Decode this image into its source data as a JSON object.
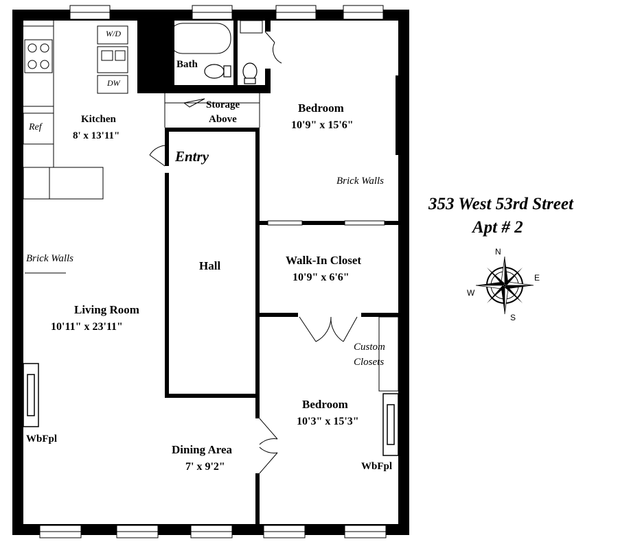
{
  "address": {
    "line1": "353 West 53rd Street",
    "line2": "Apt # 2"
  },
  "compass": {
    "n": "N",
    "e": "E",
    "s": "S",
    "w": "W"
  },
  "rooms": {
    "kitchen": {
      "name": "Kitchen",
      "dims": "8' x 13'11\""
    },
    "bath": {
      "name": "Bath"
    },
    "storage": {
      "line1": "Storage",
      "line2": "Above"
    },
    "entry": {
      "name": "Entry"
    },
    "bedroom1": {
      "name": "Bedroom",
      "dims": "10'9\" x 15'6\""
    },
    "hall": {
      "name": "Hall"
    },
    "closet": {
      "name": "Walk-In Closet",
      "dims": "10'9\" x 6'6\""
    },
    "living": {
      "name": "Living Room",
      "dims": "10'11\" x 23'11\""
    },
    "bedroom2": {
      "name": "Bedroom",
      "dims": "10'3\" x 15'3\""
    },
    "dining": {
      "name": "Dining Area",
      "dims": "7' x 9'2\""
    }
  },
  "notes": {
    "brick_walls_right": "Brick Walls",
    "brick_walls_left": "Brick Walls",
    "custom_closets_1": "Custom",
    "custom_closets_2": "Closets",
    "fireplace_left": "WbFpl",
    "fireplace_right": "WbFpl"
  },
  "fixtures": {
    "ref": "Ref",
    "wd": "W/D",
    "dw": "DW"
  }
}
